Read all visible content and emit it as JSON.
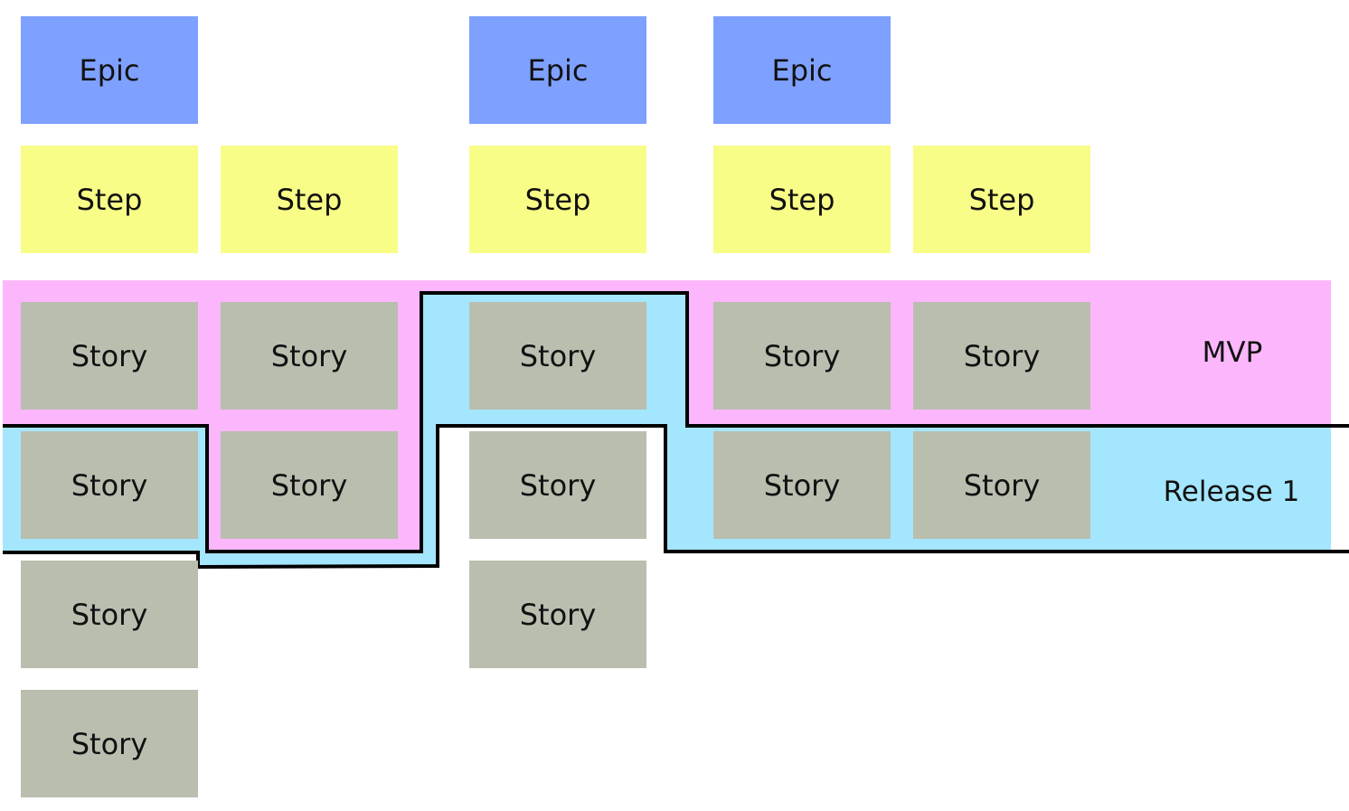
{
  "colors": {
    "epic": "#7ea0ff",
    "step": "#f8fd87",
    "story": "#b9beaf",
    "mvp_band": "#fcb6fb",
    "release1_band": "#a4e6fd",
    "line": "#000000"
  },
  "releases": [
    {
      "id": "mvp",
      "label": "MVP"
    },
    {
      "id": "release1",
      "label": "Release 1"
    }
  ],
  "epics": [
    {
      "label": "Epic"
    },
    {
      "label": "Epic"
    },
    {
      "label": "Epic"
    }
  ],
  "steps": [
    {
      "label": "Step"
    },
    {
      "label": "Step"
    },
    {
      "label": "Step"
    },
    {
      "label": "Step"
    },
    {
      "label": "Step"
    }
  ],
  "stories": [
    {
      "label": "Story",
      "step": 1,
      "release": "MVP"
    },
    {
      "label": "Story",
      "step": 2,
      "release": "MVP"
    },
    {
      "label": "Story",
      "step": 3,
      "release": "Release 1"
    },
    {
      "label": "Story",
      "step": 4,
      "release": "MVP"
    },
    {
      "label": "Story",
      "step": 5,
      "release": "MVP"
    },
    {
      "label": "Story",
      "step": 1,
      "release": "Release 1"
    },
    {
      "label": "Story",
      "step": 2,
      "release": "MVP"
    },
    {
      "label": "Story",
      "step": 3
    },
    {
      "label": "Story",
      "step": 4,
      "release": "Release 1"
    },
    {
      "label": "Story",
      "step": 5,
      "release": "Release 1"
    },
    {
      "label": "Story",
      "step": 1
    },
    {
      "label": "Story",
      "step": 3
    },
    {
      "label": "Story",
      "step": 1
    }
  ]
}
